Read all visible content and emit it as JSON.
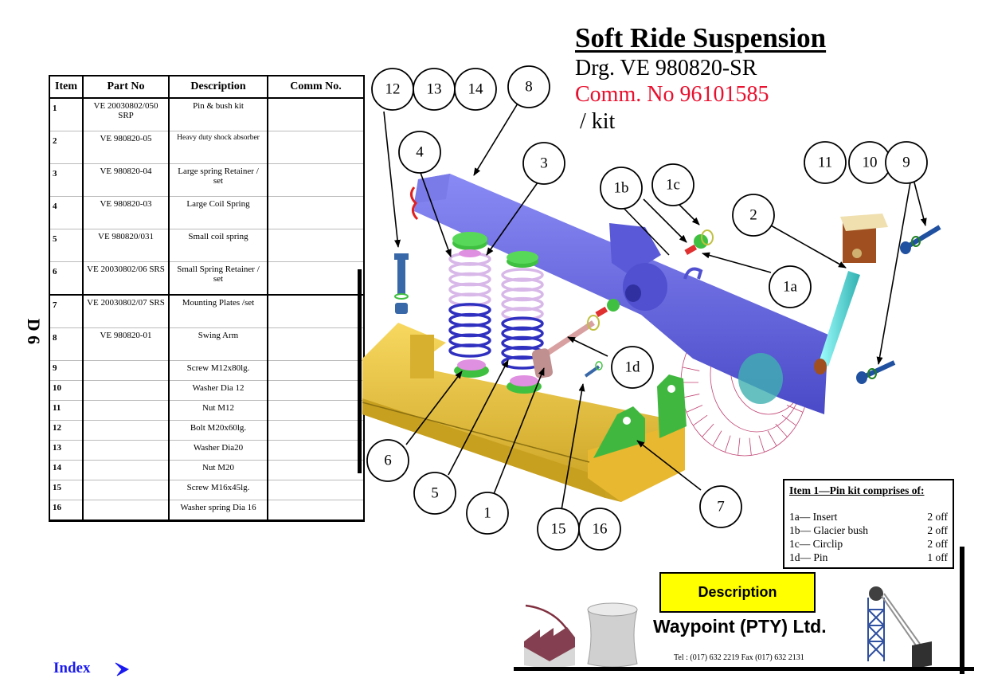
{
  "header": {
    "title": "Soft Ride Suspension",
    "drawing": "Drg. VE 980820-SR",
    "comm_no": "Comm. No 96101585",
    "kit": " / kit"
  },
  "side_label": "D 6",
  "parts_table": {
    "headers": [
      "Item",
      "Part No",
      "Description",
      "Comm No."
    ],
    "rows": [
      {
        "item": "1",
        "part_no": "VE 20030802/050 SRP",
        "description": "Pin & bush kit",
        "comm_no": ""
      },
      {
        "item": "2",
        "part_no": "VE 980820-05",
        "description": "Heavy duty shock absorber",
        "comm_no": ""
      },
      {
        "item": "3",
        "part_no": "VE 980820-04",
        "description": "Large spring Retainer / set",
        "comm_no": ""
      },
      {
        "item": "4",
        "part_no": "VE 980820-03",
        "description": "Large Coil Spring",
        "comm_no": ""
      },
      {
        "item": "5",
        "part_no": "VE 980820/031",
        "description": "Small coil spring",
        "comm_no": ""
      },
      {
        "item": "6",
        "part_no": "VE 20030802/06 SRS",
        "description": "Small Spring Retainer / set",
        "comm_no": ""
      },
      {
        "item": "7",
        "part_no": "VE 20030802/07 SRS",
        "description": "Mounting Plates /set",
        "comm_no": ""
      },
      {
        "item": "8",
        "part_no": "VE 980820-01",
        "description": "Swing Arm",
        "comm_no": ""
      },
      {
        "item": "9",
        "part_no": "",
        "description": "Screw M12x80lg.",
        "comm_no": ""
      },
      {
        "item": "10",
        "part_no": "",
        "description": "Washer Dia 12",
        "comm_no": ""
      },
      {
        "item": "11",
        "part_no": "",
        "description": "Nut M12",
        "comm_no": ""
      },
      {
        "item": "12",
        "part_no": "",
        "description": "Bolt M20x60lg.",
        "comm_no": ""
      },
      {
        "item": "13",
        "part_no": "",
        "description": "Washer Dia20",
        "comm_no": ""
      },
      {
        "item": "14",
        "part_no": "",
        "description": "Nut M20",
        "comm_no": ""
      },
      {
        "item": "15",
        "part_no": "",
        "description": "Screw M16x45lg.",
        "comm_no": ""
      },
      {
        "item": "16",
        "part_no": "",
        "description": "Washer spring Dia 16",
        "comm_no": ""
      }
    ]
  },
  "callouts": [
    "12",
    "13",
    "14",
    "8",
    "4",
    "3",
    "1b",
    "1c",
    "11",
    "10",
    "9",
    "2",
    "1a",
    "1d",
    "6",
    "5",
    "1",
    "15",
    "16",
    "7"
  ],
  "diagram_parts": {
    "swing_arm": "swing arm",
    "large_spring": "large coil spring",
    "small_spring": "small coil spring",
    "frame": "mounting frame",
    "shock": "shock absorber",
    "wheel": "wheel wireframe"
  },
  "kit_box": {
    "title": "Item 1—Pin kit comprises of:",
    "rows": [
      {
        "label": "1a— Insert",
        "qty": "2 off"
      },
      {
        "label": "1b— Glacier bush",
        "qty": "2 off"
      },
      {
        "label": "1c— Circlip",
        "qty": "2 off"
      },
      {
        "label": "1d— Pin",
        "qty": "1 off"
      }
    ]
  },
  "footer": {
    "description_button": "Description",
    "company": "Waypoint (PTY) Ltd.",
    "contact": "Tel : (017) 632 2219   Fax (017) 632 2131"
  },
  "nav": {
    "index_label": "Index"
  },
  "colors": {
    "accent_red": "#e8102e",
    "link_blue": "#1a1af0",
    "description_yellow": "#ffff00",
    "swing_arm_blue": "#6a6ae0",
    "frame_yellow": "#f0c840",
    "retainer_green": "#40c040",
    "shock_cyan": "#60e0e0"
  }
}
